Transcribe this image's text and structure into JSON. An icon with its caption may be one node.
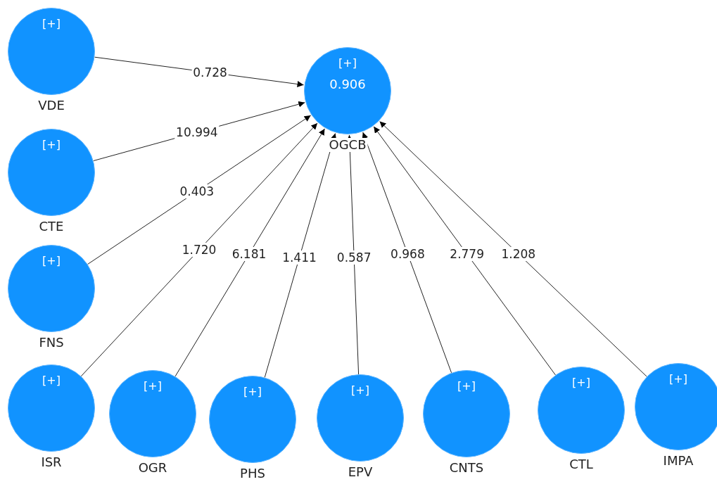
{
  "diagram": {
    "nodes": [
      {
        "text": [
          "[+]"
        ],
        "beside": [
          "VDE"
        ]
      },
      {
        "text": [
          "[+]"
        ],
        "beside": [
          "CTE"
        ]
      },
      {
        "text": [
          "[+]"
        ],
        "beside": [
          "FNS"
        ]
      },
      {
        "text": [
          "[+]"
        ],
        "beside": [
          "ISR"
        ]
      },
      {
        "text": [
          "[+]"
        ],
        "beside": [
          "OGR"
        ]
      },
      {
        "text": [
          "[+]"
        ],
        "beside": [
          "PHS"
        ]
      },
      {
        "text": [
          "[+]"
        ],
        "beside": [
          "EPV"
        ]
      },
      {
        "text": [
          "[+]"
        ],
        "beside": [
          "CNTS"
        ]
      },
      {
        "text": [
          "[+]"
        ],
        "beside": [
          "CTL"
        ]
      },
      {
        "text": [
          "[+]"
        ],
        "beside": [
          "IMPA"
        ]
      },
      {
        "text": [
          "[+]",
          "0.906"
        ],
        "beside": [
          "OGCB"
        ]
      }
    ],
    "edges": [
      {
        "from": 0,
        "to": 10,
        "arrow": "to",
        "label": "0.728"
      },
      {
        "from": 1,
        "to": 10,
        "arrow": "to",
        "label": "10.994"
      },
      {
        "from": 2,
        "to": 10,
        "arrow": "to",
        "label": "0.403"
      },
      {
        "from": 3,
        "to": 10,
        "arrow": "to",
        "label": "1.720"
      },
      {
        "from": 4,
        "to": 10,
        "arrow": "to",
        "label": "6.181"
      },
      {
        "from": 5,
        "to": 10,
        "arrow": "to",
        "label": "1.411"
      },
      {
        "from": 6,
        "to": 10,
        "arrow": "to",
        "label": "0.587"
      },
      {
        "from": 7,
        "to": 10,
        "arrow": "to",
        "label": "0.968"
      },
      {
        "from": 8,
        "to": 10,
        "arrow": "to",
        "label": "2.779"
      },
      {
        "from": 9,
        "to": 10,
        "arrow": "to",
        "label": "1.208"
      }
    ]
  }
}
